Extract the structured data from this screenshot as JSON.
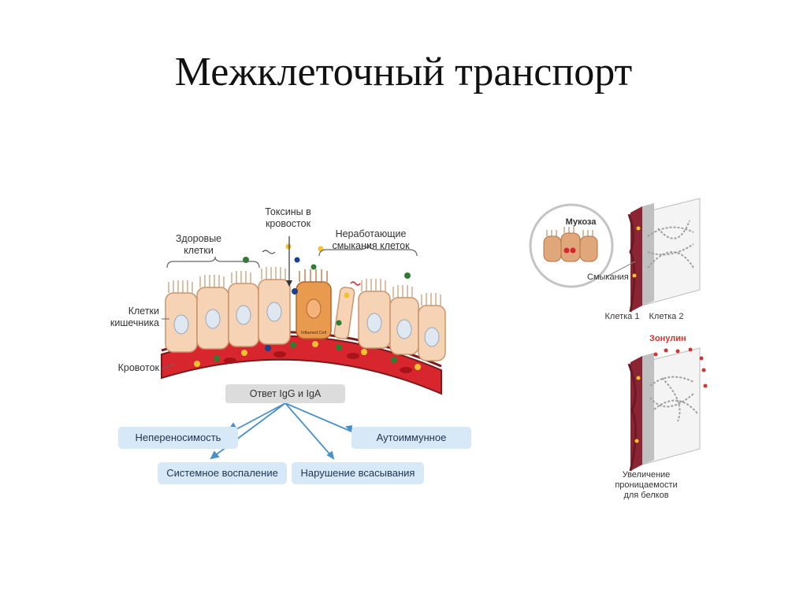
{
  "slide": {
    "title": "Межклеточный транспорт"
  },
  "left_diagram": {
    "labels": {
      "healthy_cells": "Здоровые клетки",
      "toxins": "Токсины в кровосток",
      "broken_junctions": "Неработающие смыкания клеток",
      "intestinal_cells": "Клетки кишечника",
      "bloodstream": "Кровоток",
      "inflamed_cell": "Inflamed Cell"
    },
    "response": "Ответ IgG и IgA",
    "outcomes": {
      "intolerance": "Непереносимость",
      "autoimmune": "Аутоиммунное",
      "systemic_inflammation": "Системное воспаление",
      "malabsorption": "Нарушение всасывания"
    }
  },
  "right_diagram": {
    "mucosa": "Мукоза",
    "junctions": "Смыкания",
    "cell1": "Клетка 1",
    "cell2": "Клетка 2",
    "zonulin": "Зонулин",
    "caption": "Увеличение проницаемости для белков"
  },
  "colors": {
    "cell_fill": "#f6d3b5",
    "cell_stroke": "#c9956c",
    "inflamed_cell": "#e89a4e",
    "blood": "#d8262e",
    "pill": "#d7e8f7",
    "arrow": "#4a90c8",
    "zonulin": "#d2352f"
  }
}
